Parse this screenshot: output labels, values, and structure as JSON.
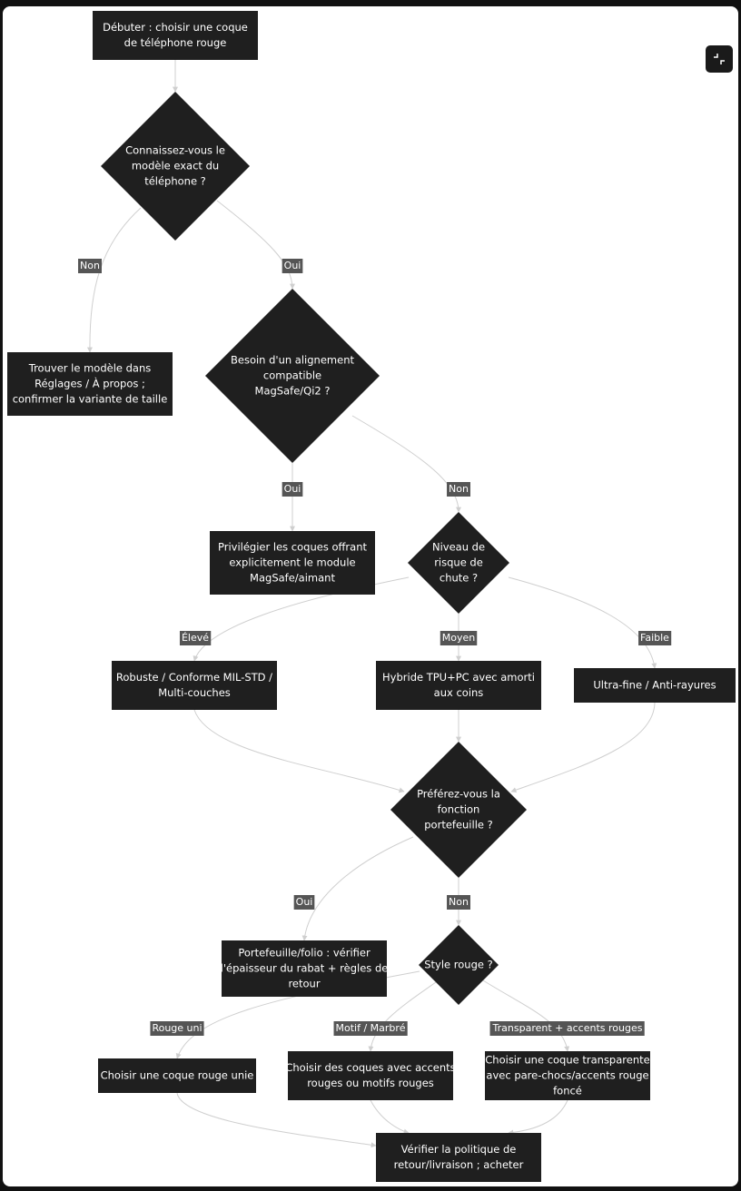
{
  "nodes": {
    "start": [
      "Débuter : choisir une coque",
      "de téléphone rouge"
    ],
    "know_model": [
      "Connaissez-vous le",
      "modèle exact du",
      "téléphone ?"
    ],
    "find_model": [
      "Trouver le modèle dans",
      "Réglages / À propos ;",
      "confirmer la variante de taille"
    ],
    "magsafe_q": [
      "Besoin d'un alignement",
      "compatible",
      "MagSafe/Qi2 ?"
    ],
    "magsafe_yes": [
      "Privilégier les coques offrant",
      "explicitement le module",
      "MagSafe/aimant"
    ],
    "drop_risk": [
      "Niveau de",
      "risque de",
      "chute ?"
    ],
    "rugged": [
      "Robuste / Conforme MIL-STD /",
      "Multi-couches"
    ],
    "hybrid": [
      "Hybride TPU+PC avec amorti",
      "aux coins"
    ],
    "slim": [
      "Ultra-fine / Anti-rayures"
    ],
    "wallet_q": [
      "Préférez-vous la",
      "fonction",
      "portefeuille ?"
    ],
    "wallet_yes": [
      "Portefeuille/folio : vérifier",
      "l'épaisseur du rabat + règles de",
      "retour"
    ],
    "red_style": [
      "Style rouge ?"
    ],
    "solid": [
      "Choisir une coque rouge unie"
    ],
    "pattern": [
      "Choisir des coques avec accents",
      "rouges ou motifs rouges"
    ],
    "clear": [
      "Choisir une coque transparente",
      "avec pare-chocs/accents rouge",
      "foncé"
    ],
    "buy": [
      "Vérifier la politique de",
      "retour/livraison ; acheter"
    ]
  },
  "edge_labels": {
    "know_no": "Non",
    "know_yes": "Oui",
    "mag_yes": "Oui",
    "mag_no": "Non",
    "risk_high": "Élevé",
    "risk_mid": "Moyen",
    "risk_low": "Faible",
    "wallet_yes": "Oui",
    "wallet_no": "Non",
    "style_solid": "Rouge uni",
    "style_pattern": "Motif / Marbré",
    "style_clear": "Transparent + accents rouges"
  },
  "controls": {
    "collapse_icon": "collapse-icon"
  },
  "colors": {
    "node_fill": "#1f1f1f",
    "edge": "#cfcfcf",
    "label_bg": "#555555",
    "background": "#ffffff"
  }
}
